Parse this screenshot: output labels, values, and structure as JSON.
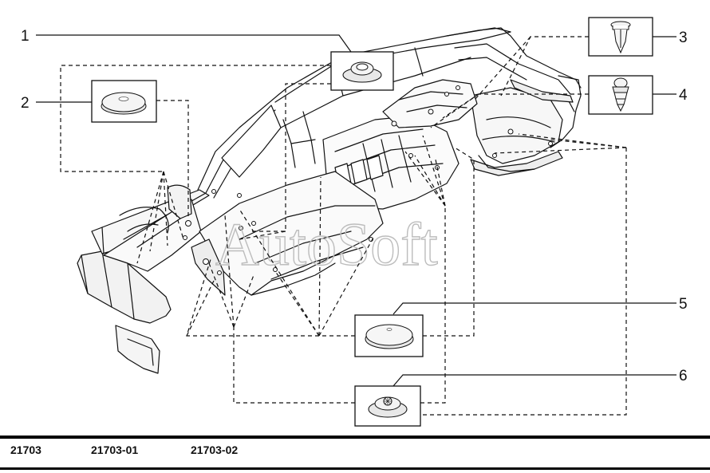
{
  "watermark": "AutoSoft",
  "callouts": [
    "1",
    "2",
    "3",
    "4",
    "5",
    "6"
  ],
  "footer": {
    "codes": [
      "21703",
      "21703-01",
      "21703-02"
    ]
  }
}
